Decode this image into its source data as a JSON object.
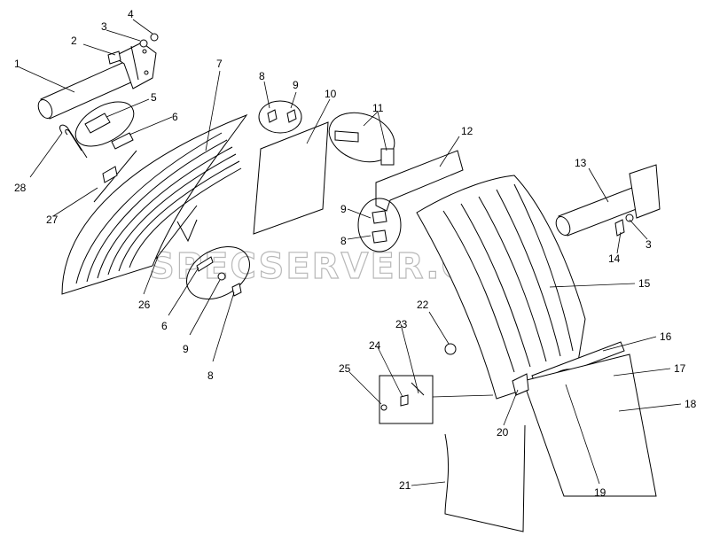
{
  "watermark": "SPECSERVER.COM",
  "labels": [
    {
      "id": "1",
      "text": "1"
    },
    {
      "id": "2",
      "text": "2"
    },
    {
      "id": "3a",
      "text": "3"
    },
    {
      "id": "4",
      "text": "4"
    },
    {
      "id": "5",
      "text": "5"
    },
    {
      "id": "6a",
      "text": "6"
    },
    {
      "id": "7",
      "text": "7"
    },
    {
      "id": "8a",
      "text": "8"
    },
    {
      "id": "9a",
      "text": "9"
    },
    {
      "id": "10",
      "text": "10"
    },
    {
      "id": "11",
      "text": "11"
    },
    {
      "id": "12",
      "text": "12"
    },
    {
      "id": "13",
      "text": "13"
    },
    {
      "id": "3b",
      "text": "3"
    },
    {
      "id": "14",
      "text": "14"
    },
    {
      "id": "9b",
      "text": "9"
    },
    {
      "id": "8b",
      "text": "8"
    },
    {
      "id": "15",
      "text": "15"
    },
    {
      "id": "16",
      "text": "16"
    },
    {
      "id": "17",
      "text": "17"
    },
    {
      "id": "18",
      "text": "18"
    },
    {
      "id": "19",
      "text": "19"
    },
    {
      "id": "20",
      "text": "20"
    },
    {
      "id": "21",
      "text": "21"
    },
    {
      "id": "22",
      "text": "22"
    },
    {
      "id": "23",
      "text": "23"
    },
    {
      "id": "24",
      "text": "24"
    },
    {
      "id": "25",
      "text": "25"
    },
    {
      "id": "26",
      "text": "26"
    },
    {
      "id": "6b",
      "text": "6"
    },
    {
      "id": "9c",
      "text": "9"
    },
    {
      "id": "8c",
      "text": "8"
    },
    {
      "id": "27",
      "text": "27"
    },
    {
      "id": "28",
      "text": "28"
    }
  ]
}
